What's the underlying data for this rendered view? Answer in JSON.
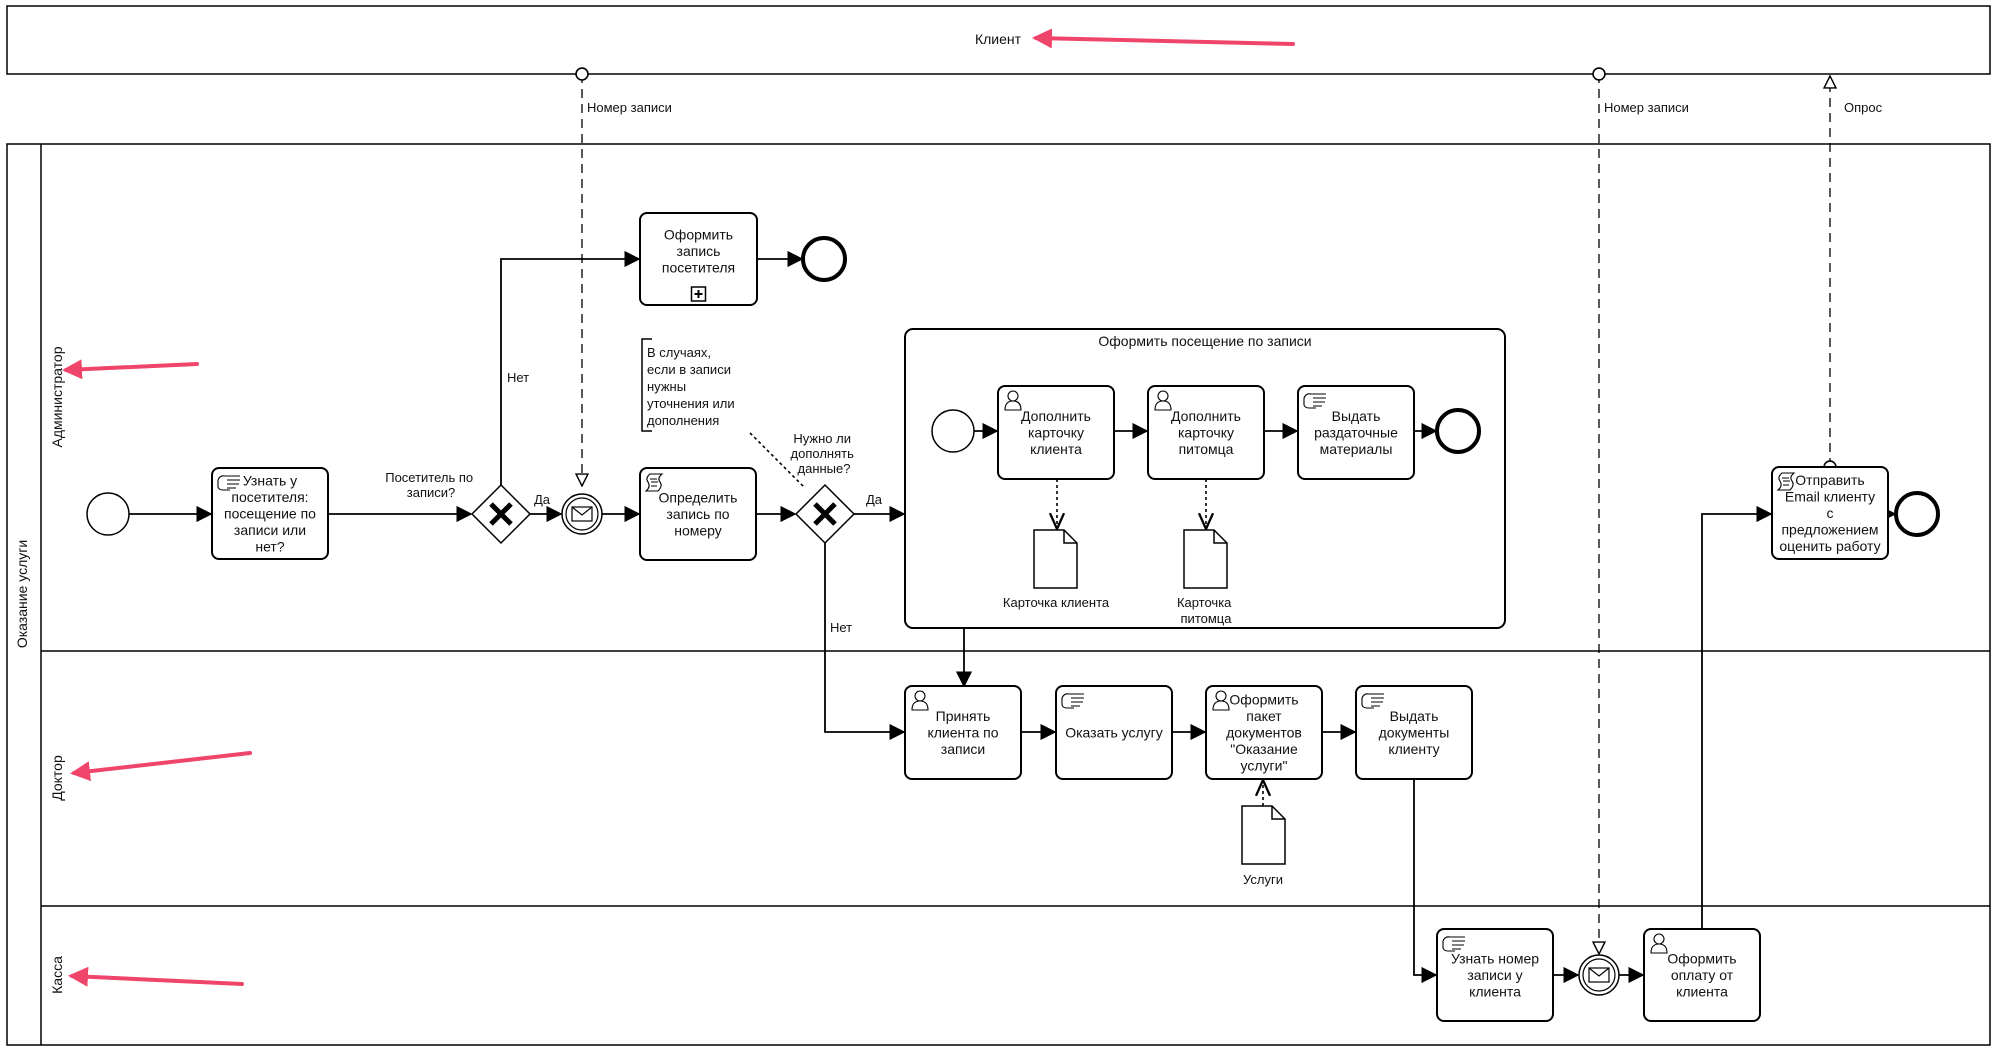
{
  "pools": {
    "client": {
      "label": "Клиент"
    },
    "service": {
      "label": "Оказание услуги"
    }
  },
  "lanes": {
    "admin": {
      "label": "Администратор"
    },
    "doctor": {
      "label": "Доктор"
    },
    "cashier": {
      "label": "Касса"
    }
  },
  "tasks": {
    "ask_visitor": {
      "lines": [
        "Узнать у",
        "посетителя:",
        "посещение по",
        "записи или",
        "нет?"
      ],
      "icon": "manual-task-icon"
    },
    "register": {
      "lines": [
        "Оформить",
        "запись",
        "посетителя"
      ],
      "icon": "subprocess-plus-icon"
    },
    "determine": {
      "lines": [
        "Определить",
        "запись по",
        "номеру"
      ],
      "icon": "script-task-icon"
    },
    "fill_client": {
      "lines": [
        "Дополнить",
        "карточку",
        "клиента"
      ],
      "icon": "user-task-icon"
    },
    "fill_pet": {
      "lines": [
        "Дополнить",
        "карточку",
        "питомца"
      ],
      "icon": "user-task-icon"
    },
    "give_materials": {
      "lines": [
        "Выдать",
        "раздаточные",
        "материалы"
      ],
      "icon": "manual-task-icon"
    },
    "send_email": {
      "lines": [
        "Отправить",
        "Email клиенту",
        "с",
        "предложением",
        "оценить работу"
      ],
      "icon": "script-task-icon"
    },
    "accept": {
      "lines": [
        "Принять",
        "клиента по",
        "записи"
      ],
      "icon": "user-task-icon"
    },
    "serve": {
      "lines": [
        "Оказать услугу"
      ],
      "icon": "manual-task-icon"
    },
    "docs_package": {
      "lines": [
        "Оформить",
        "пакет",
        "документов",
        "\"Оказание",
        "услуги\""
      ],
      "icon": "user-task-icon"
    },
    "give_docs": {
      "lines": [
        "Выдать",
        "документы",
        "клиенту"
      ],
      "icon": "manual-task-icon"
    },
    "ask_number": {
      "lines": [
        "Узнать номер",
        "записи у",
        "клиента"
      ],
      "icon": "manual-task-icon"
    },
    "payment": {
      "lines": [
        "Оформить",
        "оплату от",
        "клиента"
      ],
      "icon": "user-task-icon"
    }
  },
  "subprocess": {
    "title": "Оформить посещение по записи"
  },
  "gateways": {
    "g1": {
      "question_lines": [
        "Посетитель по",
        "записи?"
      ],
      "yes": "Да",
      "no": "Нет"
    },
    "g2": {
      "question_lines": [
        "Нужно ли",
        "дополнять",
        "данные?"
      ],
      "yes": "Да",
      "no": "Нет"
    }
  },
  "annotation": {
    "lines": [
      "В случаях,",
      "если в записи",
      "нужны",
      "уточнения или",
      "дополнения"
    ]
  },
  "documents": {
    "client_card": {
      "lines": [
        "Карточка клиента"
      ]
    },
    "pet_card": {
      "lines": [
        "Карточка",
        "питомца"
      ]
    },
    "services": {
      "lines": [
        "Услуги"
      ]
    }
  },
  "messages": {
    "m1": "Номер записи",
    "m2": "Номер записи",
    "m3": "Опрос"
  },
  "colors": {
    "stroke": "#000000",
    "arrow_annotation": "#f0456a"
  }
}
